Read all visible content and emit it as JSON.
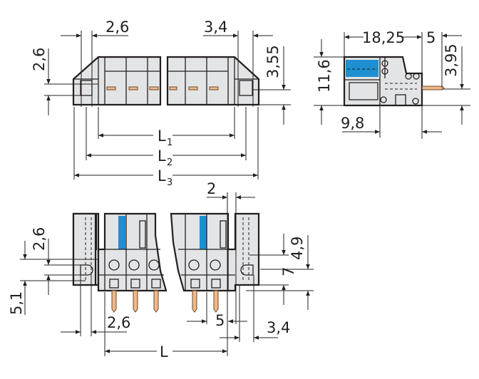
{
  "top_view": {
    "dim_left_pitch": "2,6",
    "dim_right_offset": "3,4",
    "dim_left_height": "2,6",
    "dim_right_height": "3,55",
    "L1": {
      "main": "L",
      "sub": "1"
    },
    "L2": {
      "main": "L",
      "sub": "2"
    },
    "L3": {
      "main": "L",
      "sub": "3"
    }
  },
  "side_view": {
    "dim_length": "18,25",
    "dim_pin": "5",
    "dim_pin_height": "3,95",
    "dim_height": "11,6",
    "dim_offset": "9,8"
  },
  "front_view": {
    "dim_gap": "2",
    "dim_left_height": "2,6",
    "dim_left_lower": "5,1",
    "dim_right_height": "4,9",
    "dim_right_lower": "7",
    "dim_left_pitch": "2,6",
    "dim_pitch": "5",
    "dim_right_offset": "3,4",
    "L": {
      "main": "L"
    }
  },
  "colors": {
    "housing": "#e3e4e5",
    "actuator": "#1e8fd0",
    "pin": "#f0b888",
    "line": "#231f20"
  }
}
